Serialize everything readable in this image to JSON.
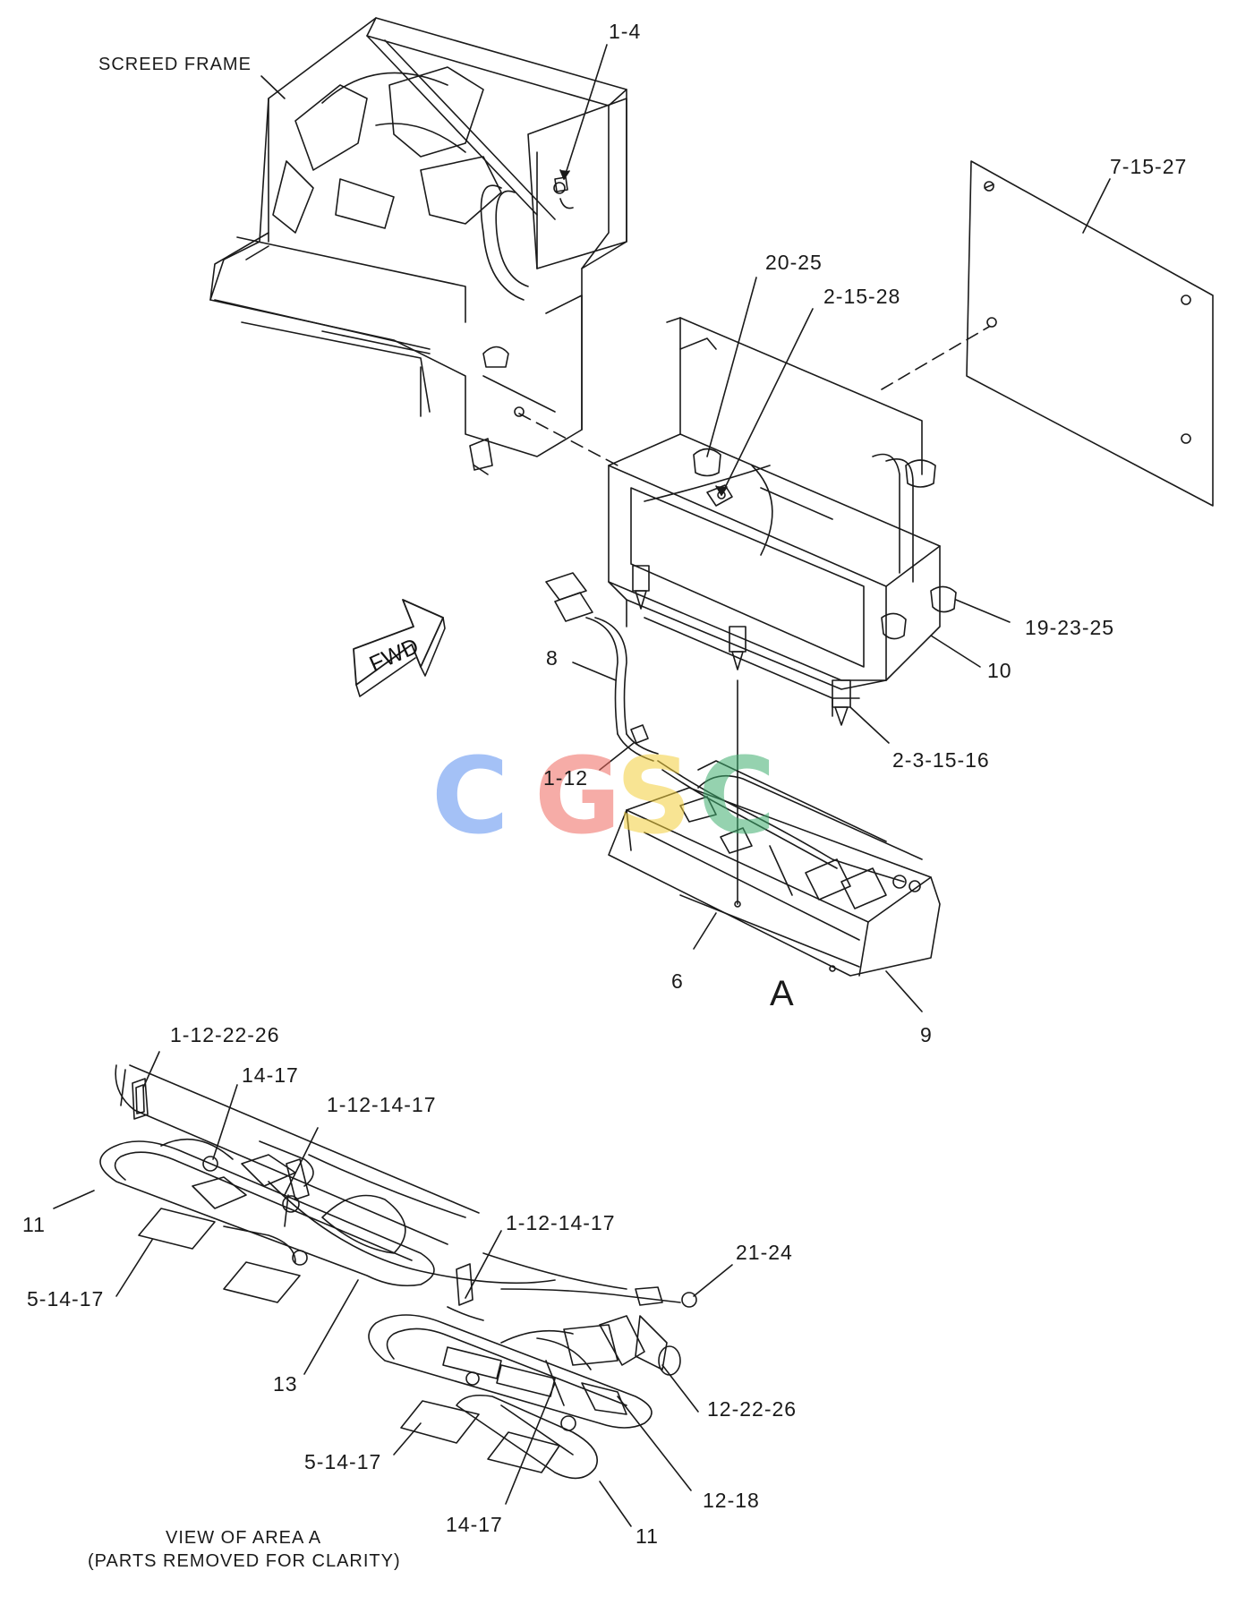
{
  "diagram": {
    "labels": {
      "screed_frame": "SCREED FRAME",
      "l_1_4": "1-4",
      "l_7_15_27": "7-15-27",
      "l_20_25": "20-25",
      "l_2_15_28": "2-15-28",
      "l_19_23_25": "19-23-25",
      "l_10": "10",
      "l_8": "8",
      "l_1_12": "1-12",
      "l_2_3_15_16": "2-3-15-16",
      "l_6": "6",
      "l_a": "A",
      "l_9": "9",
      "l_1_12_22_26": "1-12-22-26",
      "l_14_17_a": "14-17",
      "l_1_12_14_17_a": "1-12-14-17",
      "l_11_a": "11",
      "l_1_12_14_17_b": "1-12-14-17",
      "l_21_24": "21-24",
      "l_5_14_17_a": "5-14-17",
      "l_13": "13",
      "l_12_22_26": "12-22-26",
      "l_5_14_17_b": "5-14-17",
      "l_12_18": "12-18",
      "l_14_17_b": "14-17",
      "l_11_b": "11",
      "caption_line1": "VIEW OF AREA A",
      "caption_line2": "(PARTS REMOVED FOR CLARITY)"
    },
    "direction_arrow": "FWD",
    "watermark": {
      "c1": "C",
      "g": "G",
      "s": "S",
      "c2": "C"
    },
    "colors": {
      "line": "#1a1a1a",
      "watermark_blue": "#5b8ff0",
      "watermark_red": "#ef6a60",
      "watermark_yellow": "#f3cf3b",
      "watermark_green": "#3fae6f"
    }
  }
}
